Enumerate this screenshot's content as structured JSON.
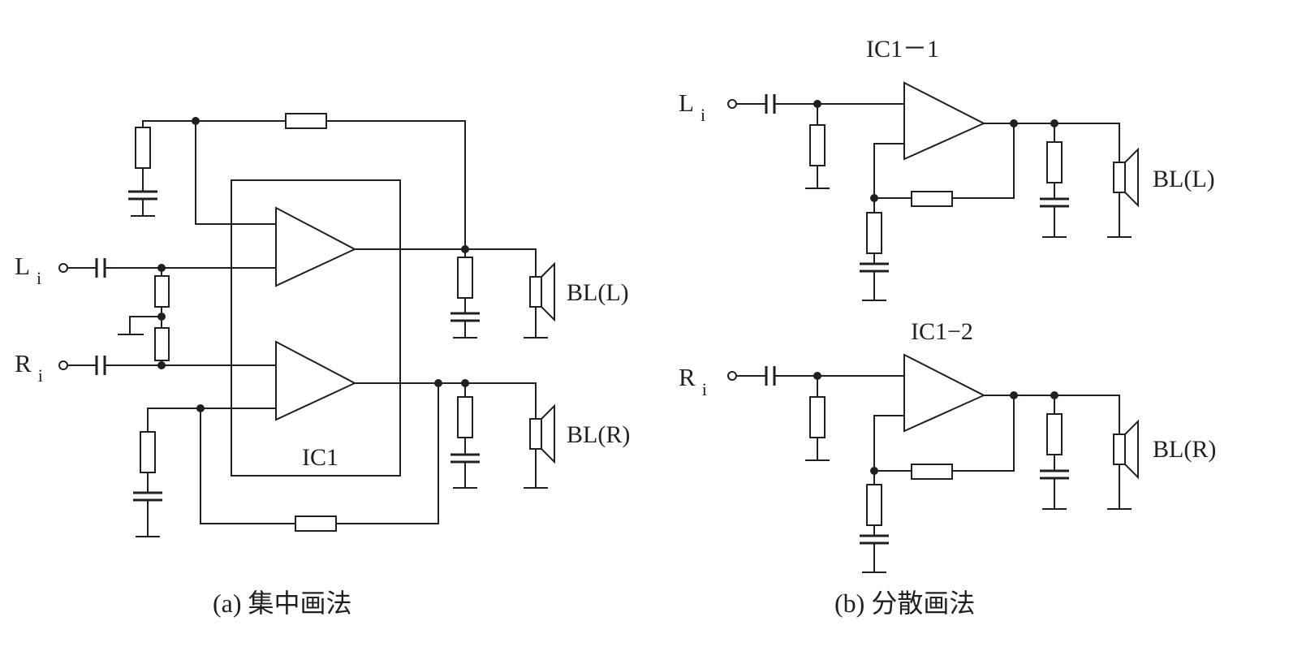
{
  "figure_a": {
    "caption": "(a) 集中画法",
    "ic_label": "IC1",
    "input_left": {
      "main": "L",
      "sub": "i"
    },
    "input_right": {
      "main": "R",
      "sub": "i"
    },
    "speaker_left": "BL(L)",
    "speaker_right": "BL(R)"
  },
  "figure_b": {
    "caption": "(b) 分散画法",
    "ic_top_label": "IC1－1",
    "ic_bottom_label": "IC1−2",
    "input_left": {
      "main": "L",
      "sub": "i"
    },
    "input_right": {
      "main": "R",
      "sub": "i"
    },
    "speaker_left": "BL(L)",
    "speaker_right": "BL(R)"
  }
}
